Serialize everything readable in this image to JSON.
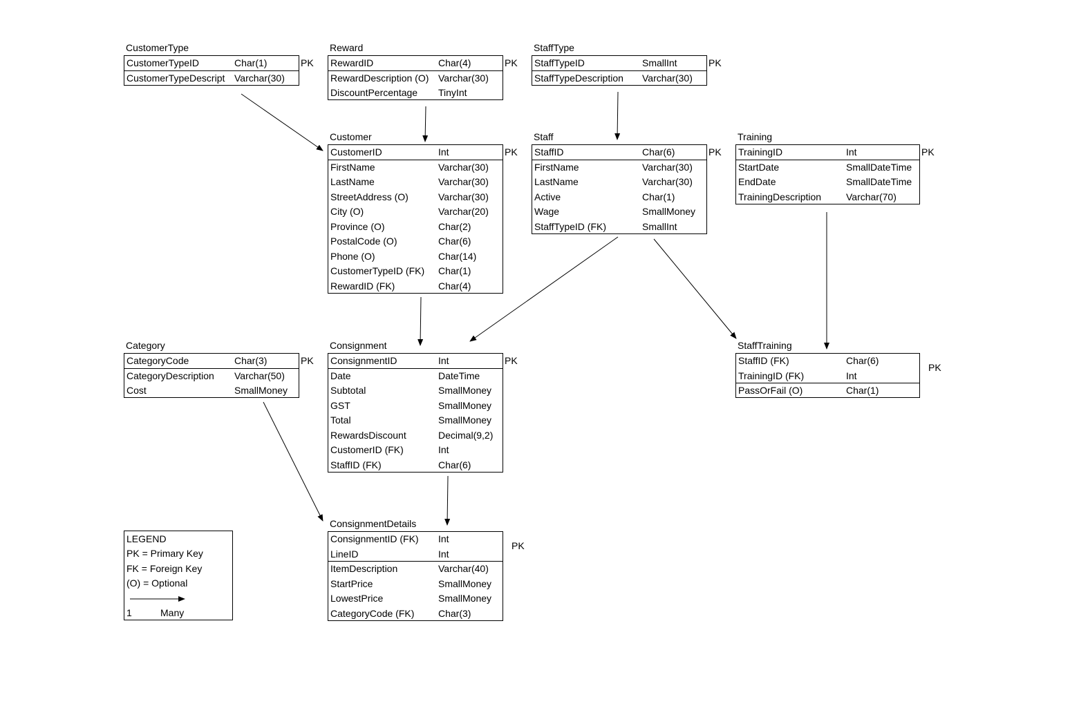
{
  "entities": {
    "customertype": {
      "title": "CustomerType",
      "pk_label": "PK",
      "rows": [
        {
          "field": "CustomerTypeID",
          "type": "Char(1)"
        },
        {
          "field": "CustomerTypeDescript",
          "type": "Varchar(30)"
        }
      ]
    },
    "reward": {
      "title": "Reward",
      "pk_label": "PK",
      "rows": [
        {
          "field": "RewardID",
          "type": "Char(4)"
        },
        {
          "field": "RewardDescription (O)",
          "type": "Varchar(30)"
        },
        {
          "field": "DiscountPercentage",
          "type": "TinyInt"
        }
      ]
    },
    "stafftype": {
      "title": "StaffType",
      "pk_label": "PK",
      "rows": [
        {
          "field": "StaffTypeID",
          "type": "SmallInt"
        },
        {
          "field": "StaffTypeDescription",
          "type": "Varchar(30)"
        }
      ]
    },
    "customer": {
      "title": "Customer",
      "pk_label": "PK",
      "rows": [
        {
          "field": "CustomerID",
          "type": "Int"
        },
        {
          "field": "FirstName",
          "type": "Varchar(30)"
        },
        {
          "field": "LastName",
          "type": "Varchar(30)"
        },
        {
          "field": "StreetAddress (O)",
          "type": "Varchar(30)"
        },
        {
          "field": "City (O)",
          "type": "Varchar(20)"
        },
        {
          "field": "Province (O)",
          "type": "Char(2)"
        },
        {
          "field": "PostalCode (O)",
          "type": "Char(6)"
        },
        {
          "field": "Phone (O)",
          "type": "Char(14)"
        },
        {
          "field": "CustomerTypeID (FK)",
          "type": "Char(1)"
        },
        {
          "field": "RewardID (FK)",
          "type": "Char(4)"
        }
      ]
    },
    "staff": {
      "title": "Staff",
      "pk_label": "PK",
      "rows": [
        {
          "field": "StaffID",
          "type": "Char(6)"
        },
        {
          "field": "FirstName",
          "type": "Varchar(30)"
        },
        {
          "field": "LastName",
          "type": "Varchar(30)"
        },
        {
          "field": "Active",
          "type": "Char(1)"
        },
        {
          "field": "Wage",
          "type": "SmallMoney"
        },
        {
          "field": "StaffTypeID (FK)",
          "type": "SmallInt"
        }
      ]
    },
    "training": {
      "title": "Training",
      "pk_label": "PK",
      "rows": [
        {
          "field": "TrainingID",
          "type": "Int"
        },
        {
          "field": "StartDate",
          "type": "SmallDateTime"
        },
        {
          "field": "EndDate",
          "type": "SmallDateTime"
        },
        {
          "field": "TrainingDescription",
          "type": "Varchar(70)"
        }
      ]
    },
    "category": {
      "title": "Category",
      "pk_label": "PK",
      "rows": [
        {
          "field": "CategoryCode",
          "type": "Char(3)"
        },
        {
          "field": "CategoryDescription",
          "type": "Varchar(50)"
        },
        {
          "field": "Cost",
          "type": "SmallMoney"
        }
      ]
    },
    "consignment": {
      "title": "Consignment",
      "pk_label": "PK",
      "rows": [
        {
          "field": "ConsignmentID",
          "type": "Int"
        },
        {
          "field": "Date",
          "type": "DateTime"
        },
        {
          "field": "Subtotal",
          "type": "SmallMoney"
        },
        {
          "field": "GST",
          "type": "SmallMoney"
        },
        {
          "field": "Total",
          "type": "SmallMoney"
        },
        {
          "field": "RewardsDiscount",
          "type": "Decimal(9,2)"
        },
        {
          "field": "CustomerID (FK)",
          "type": "Int"
        },
        {
          "field": "StaffID (FK)",
          "type": "Char(6)"
        }
      ]
    },
    "stafftraining": {
      "title": "StaffTraining",
      "pk_label": "PK",
      "rows": [
        {
          "field": "StaffID (FK)",
          "type": "Char(6)"
        },
        {
          "field": "TrainingID (FK)",
          "type": "Int"
        },
        {
          "field": "PassOrFail (O)",
          "type": "Char(1)"
        }
      ]
    },
    "consignmentdetails": {
      "title": "ConsignmentDetails",
      "pk_label": "PK",
      "rows": [
        {
          "field": "ConsignmentID (FK)",
          "type": "Int"
        },
        {
          "field": "LineID",
          "type": "Int"
        },
        {
          "field": "ItemDescription",
          "type": "Varchar(40)"
        },
        {
          "field": "StartPrice",
          "type": "SmallMoney"
        },
        {
          "field": "LowestPrice",
          "type": "SmallMoney"
        },
        {
          "field": "CategoryCode (FK)",
          "type": "Char(3)"
        }
      ]
    }
  },
  "legend": {
    "title": "LEGEND",
    "pk": "PK = Primary Key",
    "fk": "FK = Foreign Key",
    "optional": "(O) = Optional",
    "one": "1",
    "many": "Many"
  },
  "relationships": [
    {
      "from": "CustomerType",
      "to": "Customer"
    },
    {
      "from": "Reward",
      "to": "Customer"
    },
    {
      "from": "StaffType",
      "to": "Staff"
    },
    {
      "from": "Customer",
      "to": "Consignment"
    },
    {
      "from": "Staff",
      "to": "Consignment"
    },
    {
      "from": "Staff",
      "to": "StaffTraining"
    },
    {
      "from": "Training",
      "to": "StaffTraining"
    },
    {
      "from": "Category",
      "to": "ConsignmentDetails"
    },
    {
      "from": "Consignment",
      "to": "ConsignmentDetails"
    }
  ]
}
